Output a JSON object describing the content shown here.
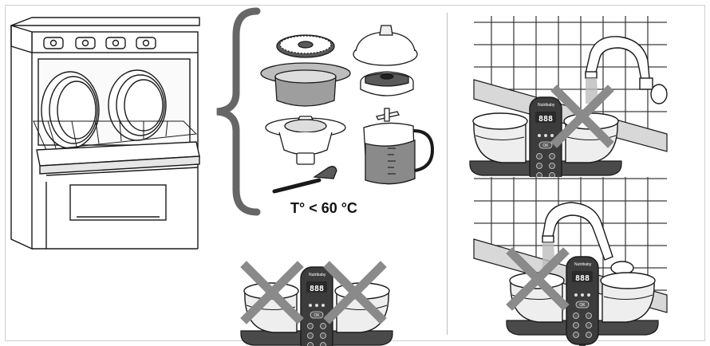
{
  "temperature_note": "T° < 60 °C",
  "device": {
    "brand": "Nutribaby",
    "display": "888",
    "ok_label": "OK"
  },
  "colors": {
    "line": "#1a1a1a",
    "panel_dark": "#3c3c3c",
    "bowl_gray": "#8a8a8a",
    "brace_gray": "#666666",
    "divider": "#bdbdbd"
  }
}
